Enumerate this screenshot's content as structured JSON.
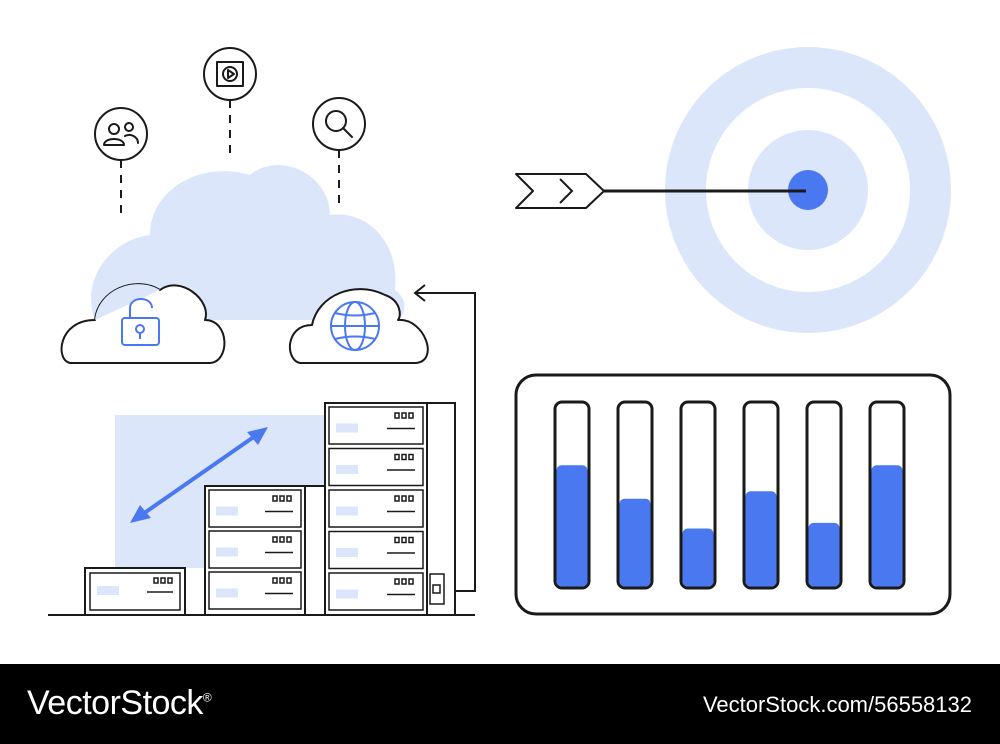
{
  "illustration": {
    "subject": "cloud-servers-target-levels",
    "colors": {
      "accent": "#4a78f0",
      "light": "#dce6fb",
      "outline": "#1a1a1a"
    },
    "icons": [
      "users-icon",
      "play-icon",
      "search-icon",
      "lock-icon",
      "globe-icon"
    ],
    "levels": [
      0.66,
      0.48,
      0.32,
      0.52,
      0.35,
      0.66
    ]
  },
  "footer": {
    "brand": "VectorStock",
    "brand_mark": "®",
    "image_id": "VectorStock.com/56558132"
  }
}
